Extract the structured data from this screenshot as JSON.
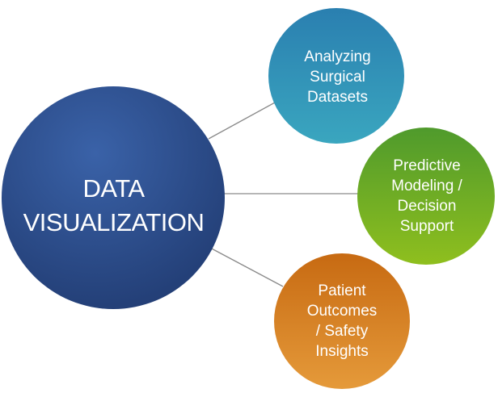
{
  "center": {
    "label": "DATA\nVISUALIZATION",
    "color": "#2c4b86"
  },
  "nodes": [
    {
      "id": "analyzing",
      "label": "Analyzing\nSurgical\nDatasets",
      "color": "#2d8db0"
    },
    {
      "id": "predictive",
      "label": "Predictive\nModeling /\nDecision\nSupport",
      "color": "#6aa625"
    },
    {
      "id": "outcomes",
      "label": "Patient\nOutcomes\n/ Safety\nInsights",
      "color": "#d37a1b"
    }
  ]
}
